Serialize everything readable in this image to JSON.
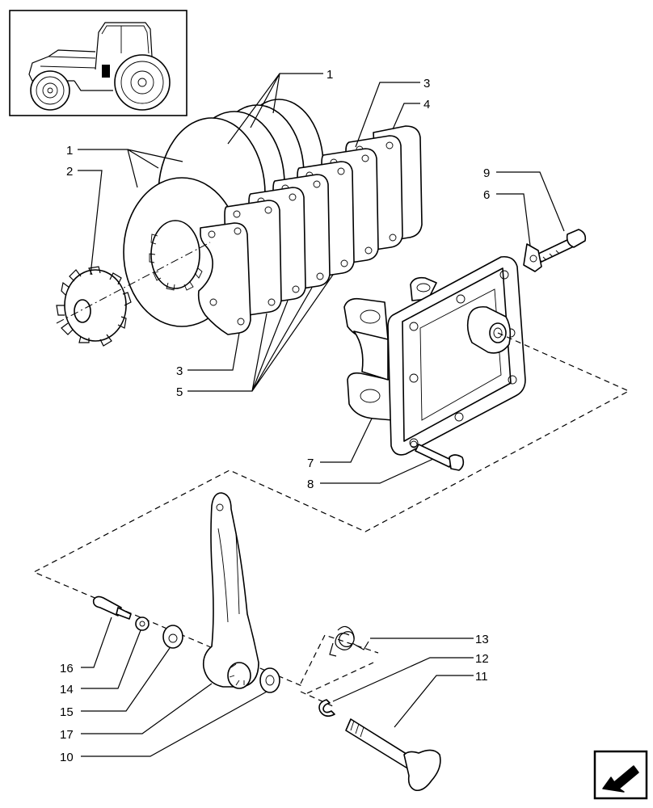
{
  "diagram": {
    "labels": {
      "l1a": "1",
      "l1b": "1",
      "l2": "2",
      "l3a": "3",
      "l3b": "3",
      "l4": "4",
      "l5": "5",
      "l6": "6",
      "l7": "7",
      "l8": "8",
      "l9": "9",
      "l10": "10",
      "l11": "11",
      "l12": "12",
      "l13": "13",
      "l14": "14",
      "l15": "15",
      "l16": "16",
      "l17": "17"
    }
  },
  "icons": {
    "thumbnail": "tractor-thumbnail-icon",
    "navigation": "next-page-arrow-icon"
  },
  "colors": {
    "line": "#000000",
    "background": "#ffffff"
  }
}
